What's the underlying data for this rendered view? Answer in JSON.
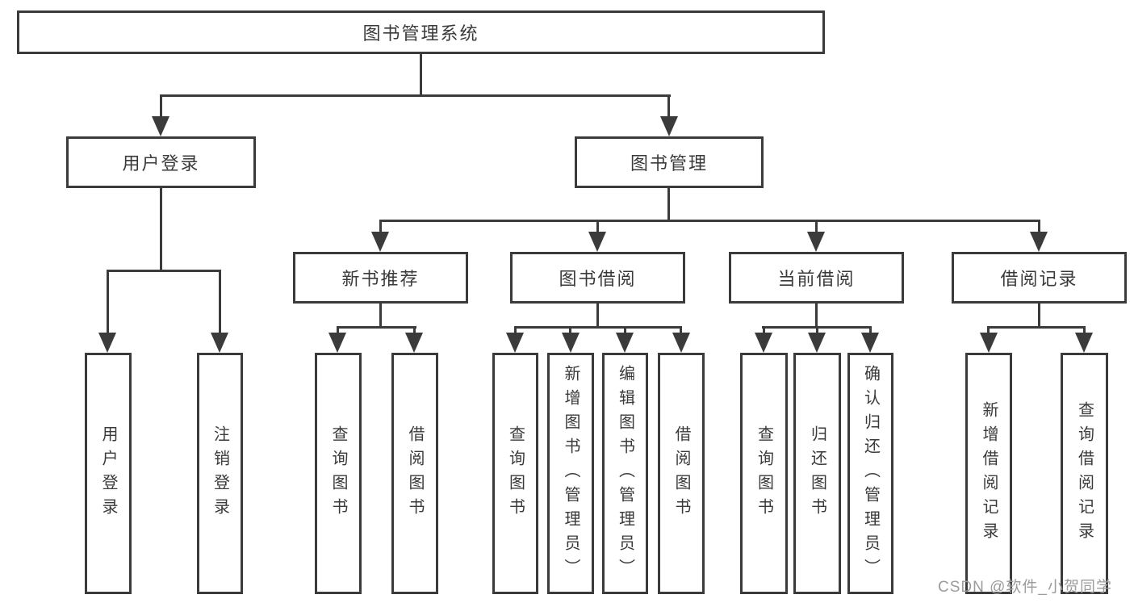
{
  "diagram_title": "图书管理系统",
  "tree": {
    "root": {
      "label": "图书管理系统"
    },
    "children": [
      {
        "label": "用户登录",
        "children": [
          {
            "label": "用户登录"
          },
          {
            "label": "注销登录"
          }
        ]
      },
      {
        "label": "图书管理",
        "children": [
          {
            "label": "新书推荐",
            "children": [
              {
                "label": "查询图书"
              },
              {
                "label": "借阅图书"
              }
            ]
          },
          {
            "label": "图书借阅",
            "children": [
              {
                "label": "查询图书"
              },
              {
                "label": "新增图书（管理员）"
              },
              {
                "label": "编辑图书（管理员）"
              },
              {
                "label": "借阅图书"
              }
            ]
          },
          {
            "label": "当前借阅",
            "children": [
              {
                "label": "查询图书"
              },
              {
                "label": "归还图书"
              },
              {
                "label": "确认归还（管理员）"
              }
            ]
          },
          {
            "label": "借阅记录",
            "children": [
              {
                "label": "新增借阅记录"
              },
              {
                "label": "查询借阅记录"
              }
            ]
          }
        ]
      }
    ]
  },
  "watermark": {
    "text": "CSDN @软件_小贺同学"
  },
  "colors": {
    "line": "#3b3b3b",
    "text": "#3a3a3a",
    "watermark": "#9c9c9c",
    "background": "#ffffff"
  }
}
